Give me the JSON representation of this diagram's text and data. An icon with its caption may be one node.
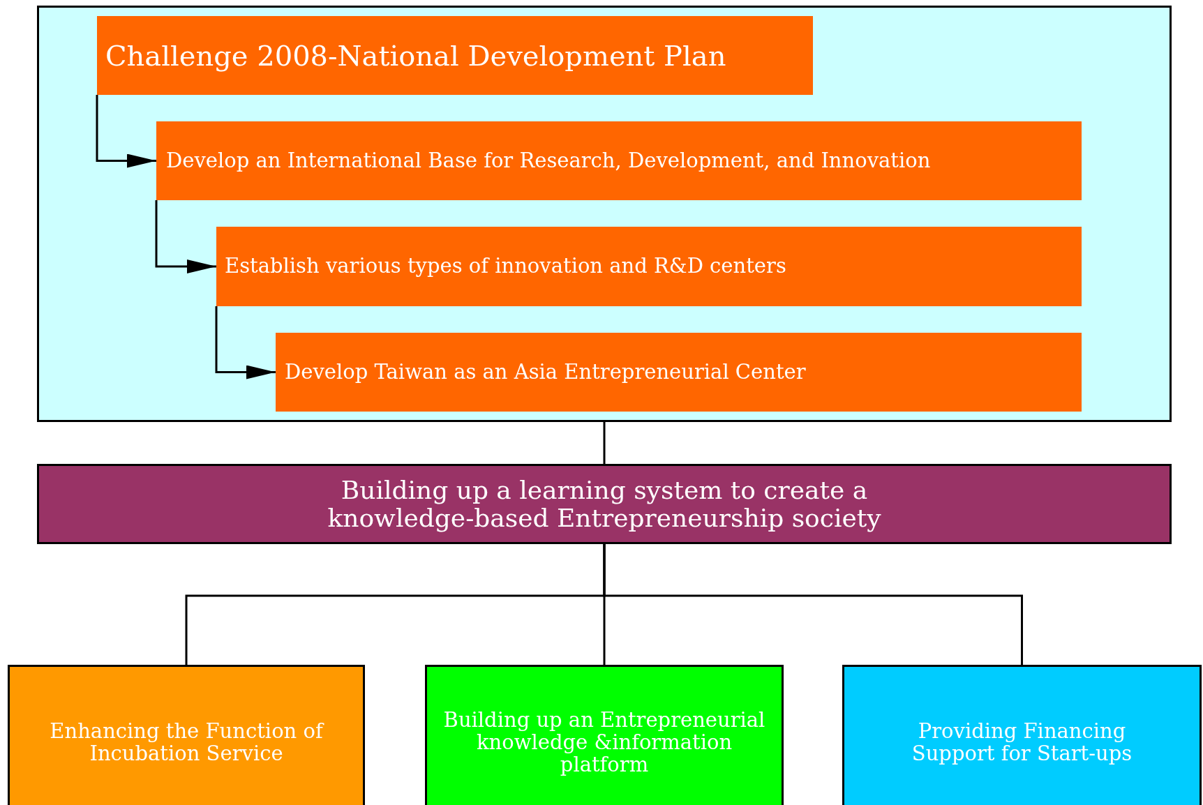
{
  "diagram": {
    "nodes": [
      {
        "text": [],
        "shape": "box"
      },
      {
        "text": [
          "Challenge 2008-National Development Plan"
        ],
        "in": 0
      },
      {
        "text": [
          "Develop an International Base for Research, Development, and Innovation"
        ],
        "in": 0
      },
      {
        "text": [
          "Establish various types of innovation and R&D centers"
        ],
        "in": 0
      },
      {
        "text": [
          "Develop Taiwan as an Asia Entrepreneurial Center"
        ],
        "in": 0
      },
      {
        "text": [
          "Building up a learning system to create a knowledge-based Entrepreneurship society"
        ]
      },
      {
        "text": [
          "Enhancing the Function of Incubation Service"
        ]
      },
      {
        "text": [
          "Building up an Entrepreneurial knowledge &information platform"
        ]
      },
      {
        "text": [
          "Providing Financing Support for Start-ups"
        ]
      }
    ],
    "edges": [
      {
        "from": 1,
        "to": 2,
        "arrow": "to"
      },
      {
        "from": 2,
        "to": 3,
        "arrow": "to"
      },
      {
        "from": 3,
        "to": 4,
        "arrow": "to"
      },
      {
        "from": 0,
        "to": 5,
        "arrow": "none"
      },
      {
        "from": 5,
        "to": 6,
        "arrow": "none"
      },
      {
        "from": 5,
        "to": 7,
        "arrow": "none"
      },
      {
        "from": 5,
        "to": 8,
        "arrow": "none"
      }
    ]
  }
}
